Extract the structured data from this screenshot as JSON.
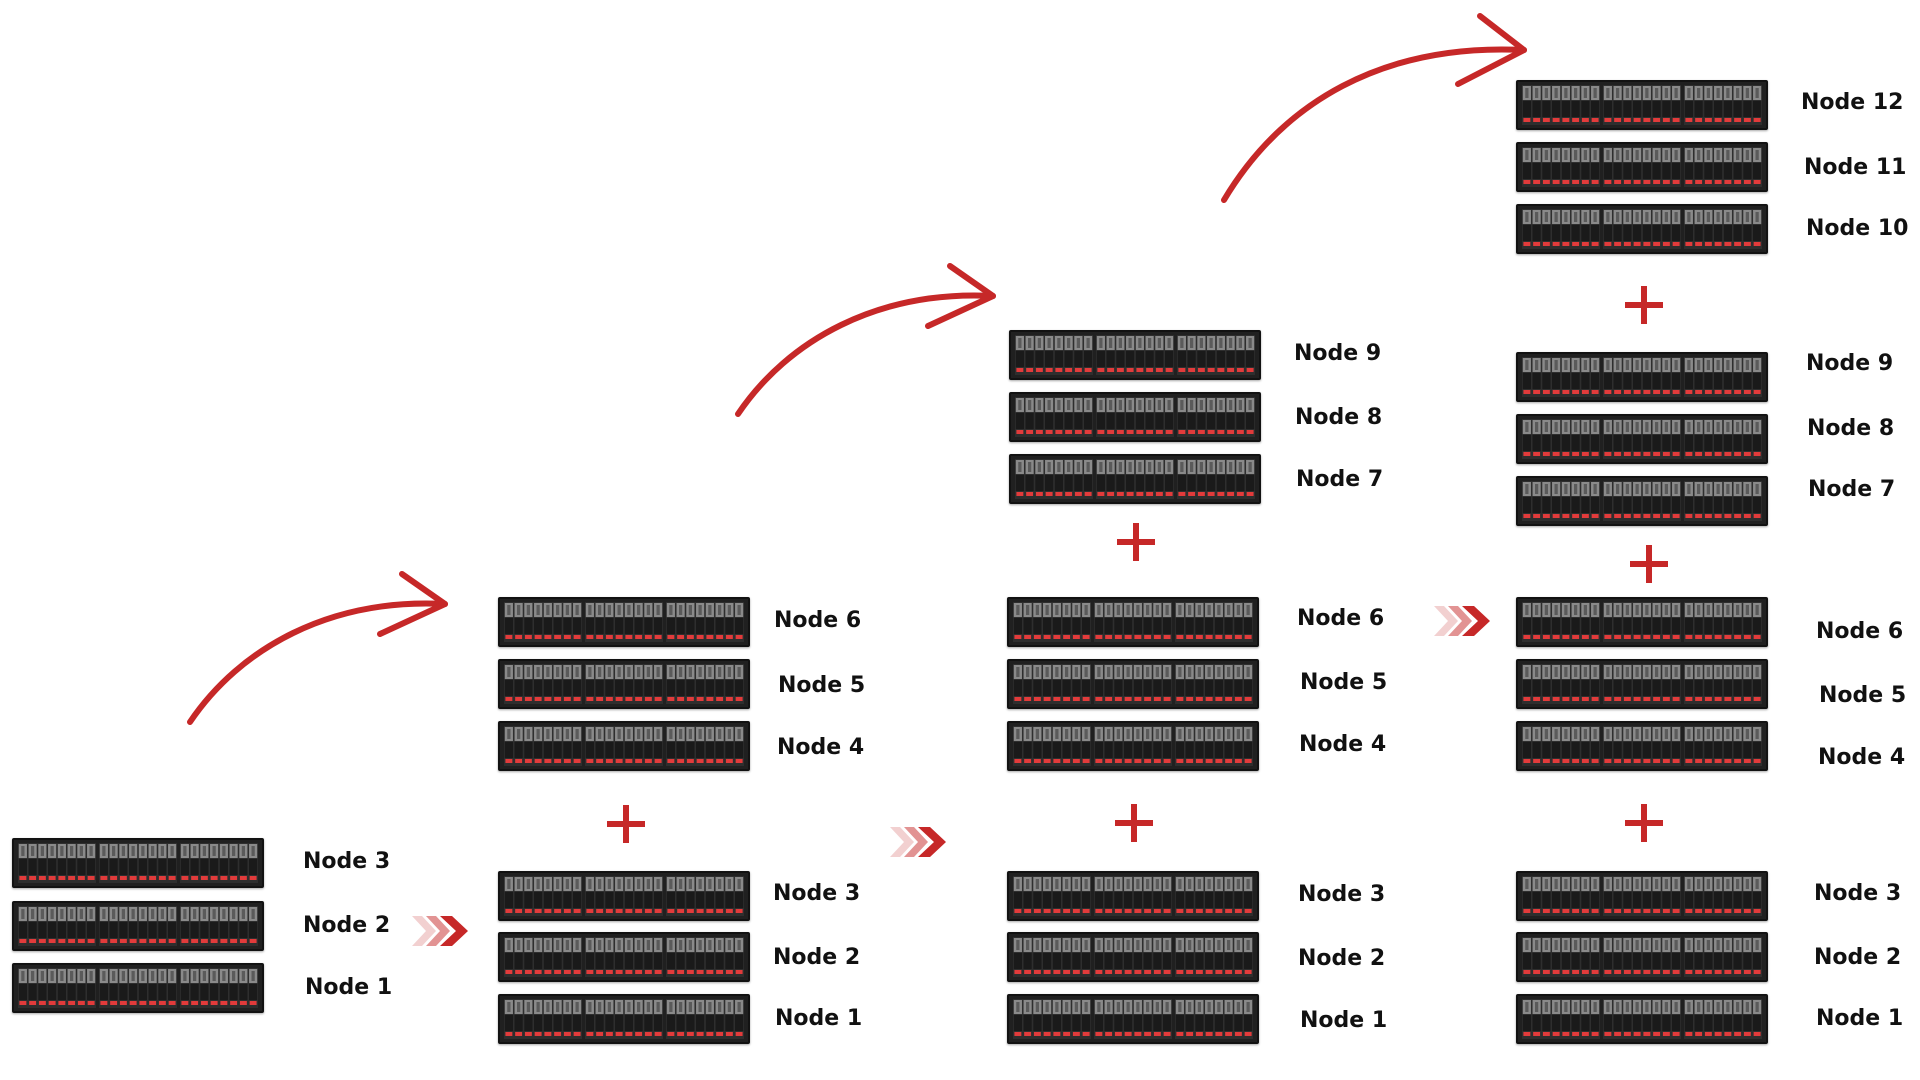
{
  "colors": {
    "accent": "#c62828",
    "rack_body": "#202020",
    "drive_face": "#8a8a8a",
    "drive_slot": "#1a1a1a",
    "status_led": "#e23b3b",
    "label_text": "#111111"
  },
  "icons": [
    "server-rack-icon",
    "plus-icon",
    "chevron-right-icon",
    "curved-arrow-icon"
  ],
  "stages": [
    {
      "name": "stage-1",
      "nodes": [
        "Node 3",
        "Node 2",
        "Node 1"
      ]
    },
    {
      "name": "stage-2",
      "nodes": [
        "Node 6",
        "Node 5",
        "Node 4",
        "Node 3",
        "Node 2",
        "Node 1"
      ]
    },
    {
      "name": "stage-3",
      "nodes": [
        "Node 9",
        "Node 8",
        "Node 7",
        "Node 6",
        "Node 5",
        "Node 4",
        "Node 3",
        "Node 2",
        "Node 1"
      ]
    },
    {
      "name": "stage-4",
      "nodes": [
        "Node 12",
        "Node 11",
        "Node 10",
        "Node 9",
        "Node 8",
        "Node 7",
        "Node 6",
        "Node 5",
        "Node 4",
        "Node 3",
        "Node 2",
        "Node 1"
      ]
    }
  ]
}
